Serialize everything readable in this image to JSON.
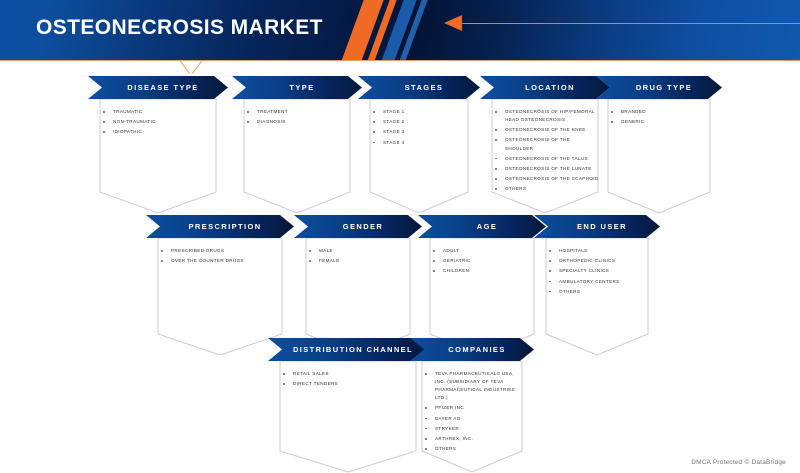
{
  "header": {
    "title": "OSTEONECROSIS MARKET",
    "accent_orange": "#ef6b25",
    "accent_blue_dark": "#041838",
    "accent_blue_light": "#0c4e9f"
  },
  "footer": {
    "text": "DMCA Protected © DataBridge"
  },
  "rows": [
    {
      "cards": [
        {
          "title": "DISEASE TYPE",
          "items": [
            "TRAUMATIC",
            "NON-TRAUMATIC",
            "IDIOPATHIC"
          ]
        },
        {
          "title": "TYPE",
          "items": [
            "TREATMENT",
            "DIAGNOSIS"
          ]
        },
        {
          "title": "STAGES",
          "items": [
            "STAGE 1",
            "STAGE 2",
            "STAGE 3",
            "STAGE 4"
          ]
        },
        {
          "title": "LOCATION",
          "items": [
            "OSTEONECROSIS OF HIP/FEMORAL HEAD OSTEONECROSIS",
            "OSTEONECROSIS OF THE KNEE",
            "OSTEONECROSIS OF THE SHOULDER",
            "OSTEONECROSIS OF THE TALUS",
            "OSTEONECROSIS OF THE LUNATE",
            "OSTEONECROSIS OF THE SCAPHOID",
            "OTHERS"
          ]
        },
        {
          "title": "DRUG TYPE",
          "items": [
            "BRANDED",
            "GENERIC"
          ]
        }
      ]
    },
    {
      "cards": [
        {
          "title": "PRESCRIPTION",
          "items": [
            "PRESCRIBED DRUGS",
            "OVER THE COUNTER DRUGS"
          ]
        },
        {
          "title": "GENDER",
          "items": [
            "MALE",
            "FEMALE"
          ]
        },
        {
          "title": "AGE",
          "items": [
            "ADULT",
            "GERIATRIC",
            "CHILDREN"
          ]
        },
        {
          "title": "END USER",
          "items": [
            "HOSPITALS",
            "ORTHOPEDIC CLINICS",
            "SPECIALTY CLINICS",
            "AMBULATORY CENTERS",
            "OTHERS"
          ]
        }
      ]
    },
    {
      "cards": [
        {
          "title": "DISTRIBUTION CHANNEL",
          "items": [
            "RETAIL SALES",
            "DIRECT TENDERS"
          ]
        },
        {
          "title": "COMPANIES",
          "items": [
            "TEVA PHARMACEUTICALS USA, INC. (SUBSIDIARY OF TEVA PHARMACEUTICAL INDUSTRIES LTD.)",
            "PFIZER INC",
            "BAYER AG",
            "STRYKER",
            "ARTHREX, INC.",
            "OTHERS"
          ]
        }
      ]
    }
  ]
}
